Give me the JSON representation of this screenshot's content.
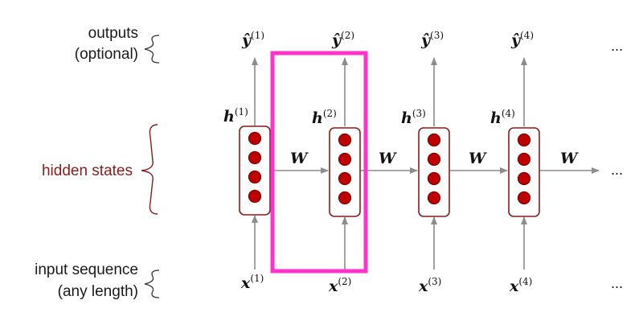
{
  "labels": {
    "outputs_line1": "outputs",
    "outputs_line2": "(optional)",
    "hidden": "hidden states",
    "input_line1": "input sequence",
    "input_line2": "(any length)",
    "ellipsis": "..."
  },
  "symbols": {
    "y": "ŷ",
    "h": "h",
    "x": "x",
    "W": "W"
  },
  "steps": [
    {
      "sup": "(1)"
    },
    {
      "sup": "(2)"
    },
    {
      "sup": "(3)"
    },
    {
      "sup": "(4)"
    }
  ],
  "colors": {
    "cell_border": "#8b1a1a",
    "neuron": "#c00000",
    "highlight": "#ff33cc",
    "arrow": "#8c8c8c",
    "hidden_label": "#8b1a1a"
  }
}
